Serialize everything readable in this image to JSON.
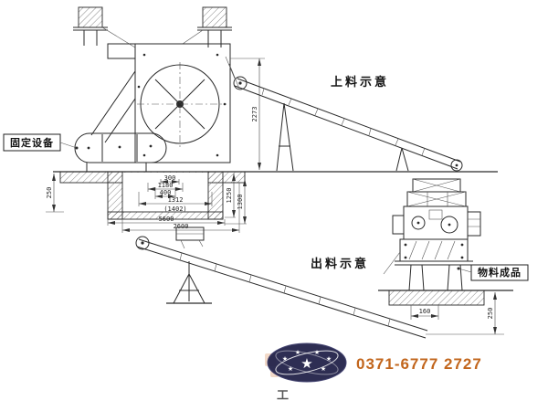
{
  "drawing": {
    "labels": {
      "fixed_equipment": "固定设备",
      "feed_schematic": "上料示意",
      "discharge_schematic": "出料示意",
      "finished_product": "物料成品"
    },
    "dimensions": {
      "left_depth": "250",
      "gap": "300",
      "pit_inner_a": "1180",
      "pit_inner_b": "400",
      "pit_width": "1312",
      "pit_width_alt": "(1402)",
      "foundation_length": "5600",
      "pit_span": "2600",
      "conveyor_height": "2273",
      "pit_depth_a": "1250",
      "pit_depth_b": "1300",
      "base_width": "160",
      "right_depth": "250"
    }
  },
  "watermark": {
    "phone": "0371-6777 2727",
    "partial_char": "工",
    "phone_color": "#c2661d",
    "logo_color": "#23234a"
  }
}
